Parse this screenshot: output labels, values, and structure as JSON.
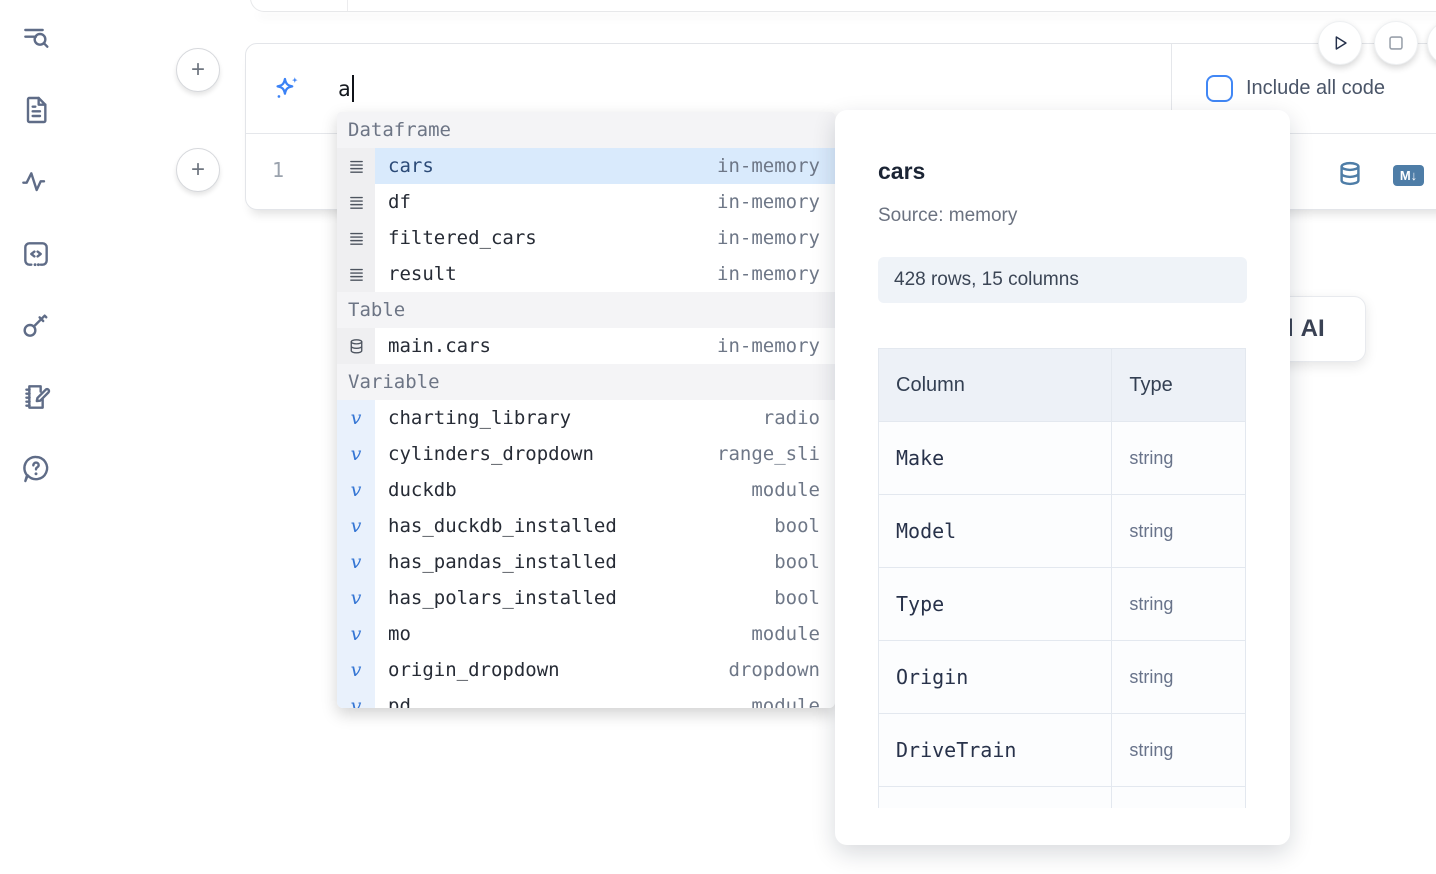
{
  "sidebar": {
    "icons": [
      "list-search-icon",
      "file-text-icon",
      "activity-icon",
      "code-snippets-icon",
      "key-icon",
      "notebook-pen-icon",
      "help-chat-icon"
    ]
  },
  "run_controls": {
    "play_icon": "play-icon",
    "stop_icon": "stop-icon"
  },
  "cell": {
    "prompt_value": "a",
    "include_all_code_label": "Include all code",
    "line_number": "1",
    "markdown_badge": "M↓"
  },
  "ai_button": {
    "fragment": "l",
    "label": "AI"
  },
  "autocomplete": {
    "sections": [
      {
        "label": "Dataframe",
        "kind": "dataframe",
        "items": [
          {
            "name": "cars",
            "type": "in-memory",
            "selected": true
          },
          {
            "name": "df",
            "type": "in-memory"
          },
          {
            "name": "filtered_cars",
            "type": "in-memory"
          },
          {
            "name": "result",
            "type": "in-memory"
          }
        ]
      },
      {
        "label": "Table",
        "kind": "table",
        "items": [
          {
            "name": "main.cars",
            "type": "in-memory"
          }
        ]
      },
      {
        "label": "Variable",
        "kind": "variable",
        "items": [
          {
            "name": "charting_library",
            "type": "radio"
          },
          {
            "name": "cylinders_dropdown",
            "type": "range_sli"
          },
          {
            "name": "duckdb",
            "type": "module"
          },
          {
            "name": "has_duckdb_installed",
            "type": "bool"
          },
          {
            "name": "has_pandas_installed",
            "type": "bool"
          },
          {
            "name": "has_polars_installed",
            "type": "bool"
          },
          {
            "name": "mo",
            "type": "module"
          },
          {
            "name": "origin_dropdown",
            "type": "dropdown"
          },
          {
            "name": "pd",
            "type": "module",
            "clipped": true
          }
        ]
      }
    ]
  },
  "preview": {
    "title": "cars",
    "source": "Source: memory",
    "shape": "428 rows, 15 columns",
    "table": {
      "headers": [
        "Column",
        "Type"
      ],
      "rows": [
        [
          "Make",
          "string"
        ],
        [
          "Model",
          "string"
        ],
        [
          "Type",
          "string"
        ],
        [
          "Origin",
          "string"
        ],
        [
          "DriveTrain",
          "string"
        ]
      ]
    }
  },
  "colors": {
    "accent_blue": "#3b82f6",
    "selection_bg": "#d9eafc",
    "steel_blue": "#4e7da7",
    "icon_slate": "#5f6c87",
    "checkbox_border": "#4187f5"
  }
}
